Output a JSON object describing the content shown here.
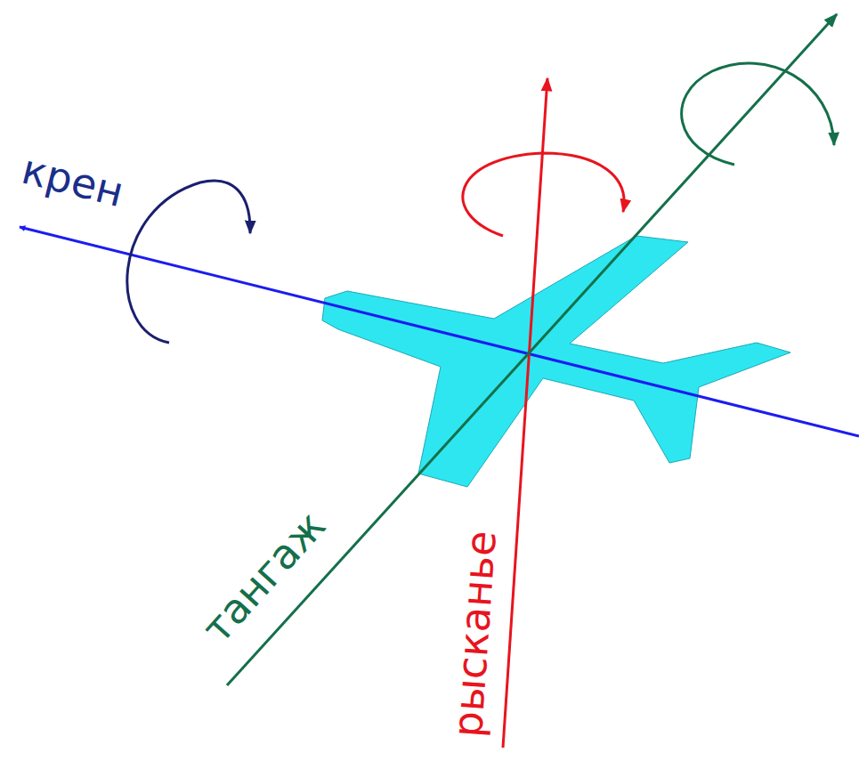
{
  "diagram": {
    "labels": [
      "крен",
      "тангаж",
      "рысканье"
    ]
  }
}
